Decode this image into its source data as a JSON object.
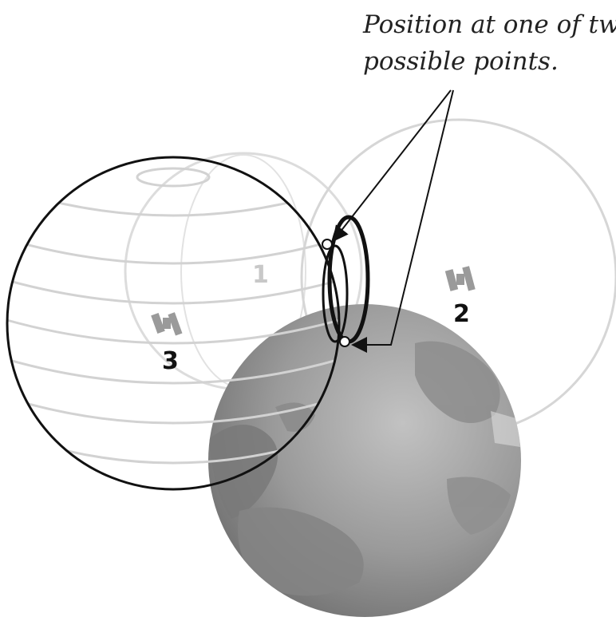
{
  "caption": {
    "line1": "Position at one of two",
    "line2": "possible points."
  },
  "satellites": [
    {
      "label": "1",
      "color": "#c8c8c8"
    },
    {
      "label": "2",
      "color": "#111111"
    },
    {
      "label": "3",
      "color": "#111111"
    }
  ],
  "colors": {
    "earth_light": "#b9b9b9",
    "earth_dark": "#6e6e6e",
    "sphere1": "#dcdcdc",
    "sphere2": "#d6d6d6",
    "sphere3": "#111111",
    "latitude": "#d2d2d2",
    "intersection_ring": "#111111",
    "arrow": "#111111"
  },
  "icons": [
    "satellite-icon",
    "arrow-icon"
  ]
}
